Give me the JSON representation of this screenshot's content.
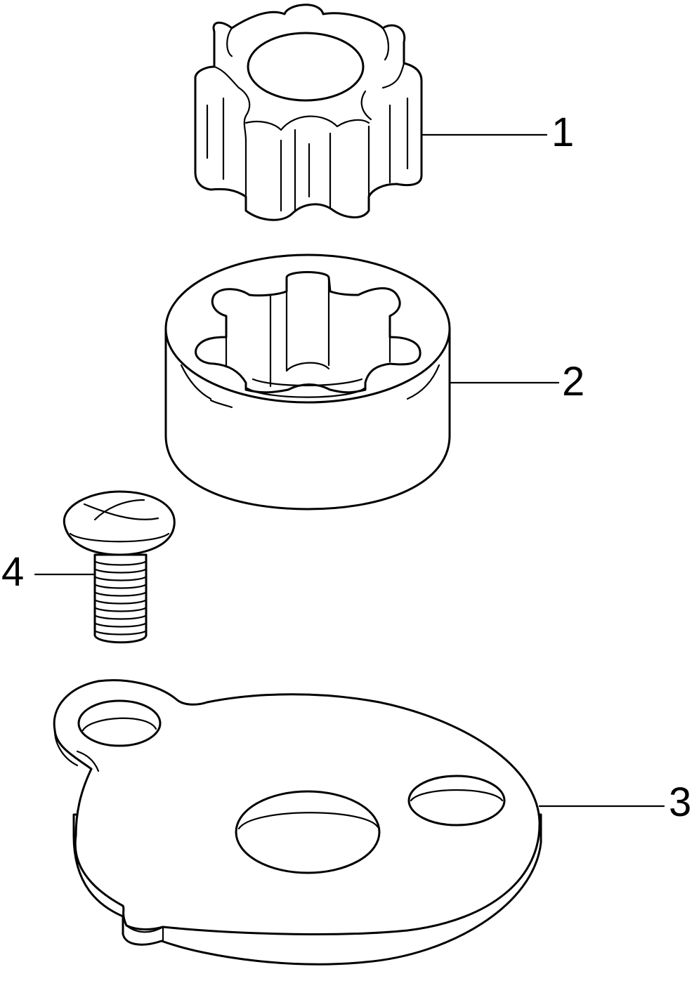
{
  "callouts": [
    {
      "id": "1"
    },
    {
      "id": "2"
    },
    {
      "id": "3"
    },
    {
      "id": "4"
    }
  ]
}
